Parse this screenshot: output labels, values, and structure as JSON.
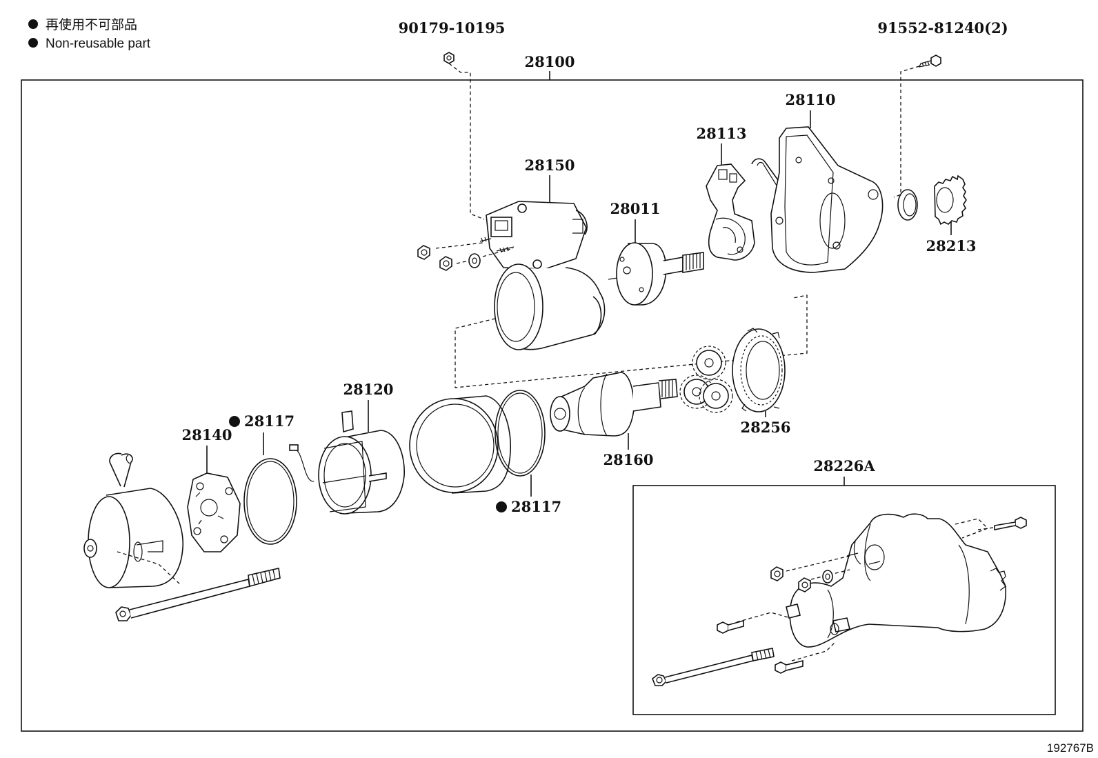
{
  "legend": {
    "japanese": "再使用不可部品",
    "english": "Non-reusable part"
  },
  "figure_number": "192767B",
  "part_numbers": {
    "p90179": "90179-10195",
    "p91552": "91552-81240(2)",
    "p28100": "28100",
    "p28110": "28110",
    "p28113": "28113",
    "p28150": "28150",
    "p28011": "28011",
    "p28213": "28213",
    "p28120": "28120",
    "p28117a": "28117",
    "p28117b": "28117",
    "p28140": "28140",
    "p28160": "28160",
    "p28256": "28256",
    "p28226a": "28226A"
  }
}
